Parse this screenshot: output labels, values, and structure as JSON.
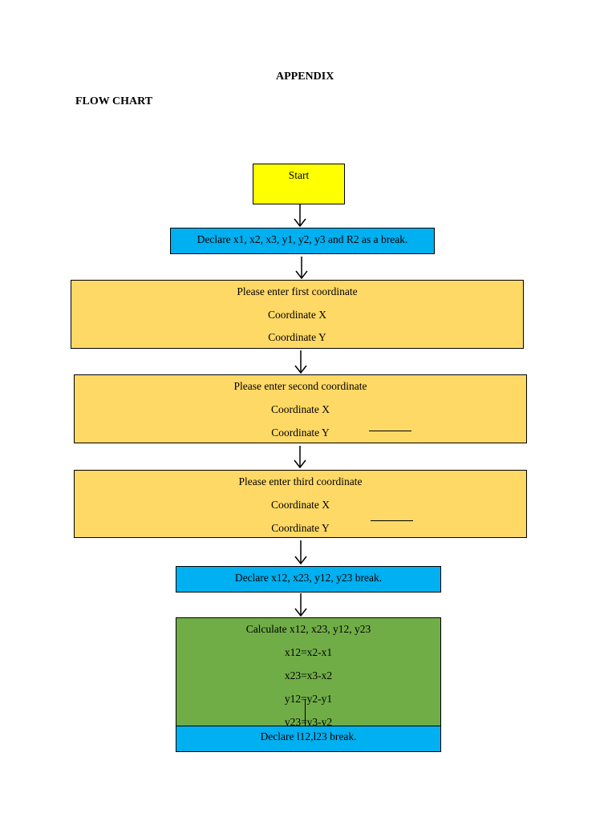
{
  "page": {
    "title": "APPENDIX",
    "section": "FLOW CHART"
  },
  "flowchart": {
    "start": {
      "label": "Start",
      "color": "#ffff00"
    },
    "declare_vars": {
      "label": "Declare x1, x2, x3, y1, y2, y3 and R2 as a break.",
      "color": "#00b0f0"
    },
    "first_coordinate": {
      "title": "Please enter first coordinate",
      "lines": [
        "Coordinate X",
        "Coordinate Y"
      ],
      "color": "#ffd966"
    },
    "second_coordinate": {
      "title": "Please enter second coordinate",
      "lines": [
        "Coordinate X",
        "Coordinate Y"
      ],
      "color": "#ffd966"
    },
    "third_coordinate": {
      "title": "Please enter third coordinate",
      "lines": [
        "Coordinate X",
        "Coordinate Y"
      ],
      "color": "#ffd966"
    },
    "declare_diffs": {
      "label": "Declare x12, x23, y12, y23 break.",
      "color": "#00b0f0"
    },
    "calculate": {
      "title": "Calculate x12, x23, y12, y23",
      "lines": [
        "x12=x2-x1",
        "x23=x3-x2",
        "y12=y2-y1",
        "y23=y3-y2"
      ],
      "color": "#70ad47"
    },
    "declare_lengths": {
      "label": "Declare l12,l23 break.",
      "color": "#00b0f0"
    }
  }
}
